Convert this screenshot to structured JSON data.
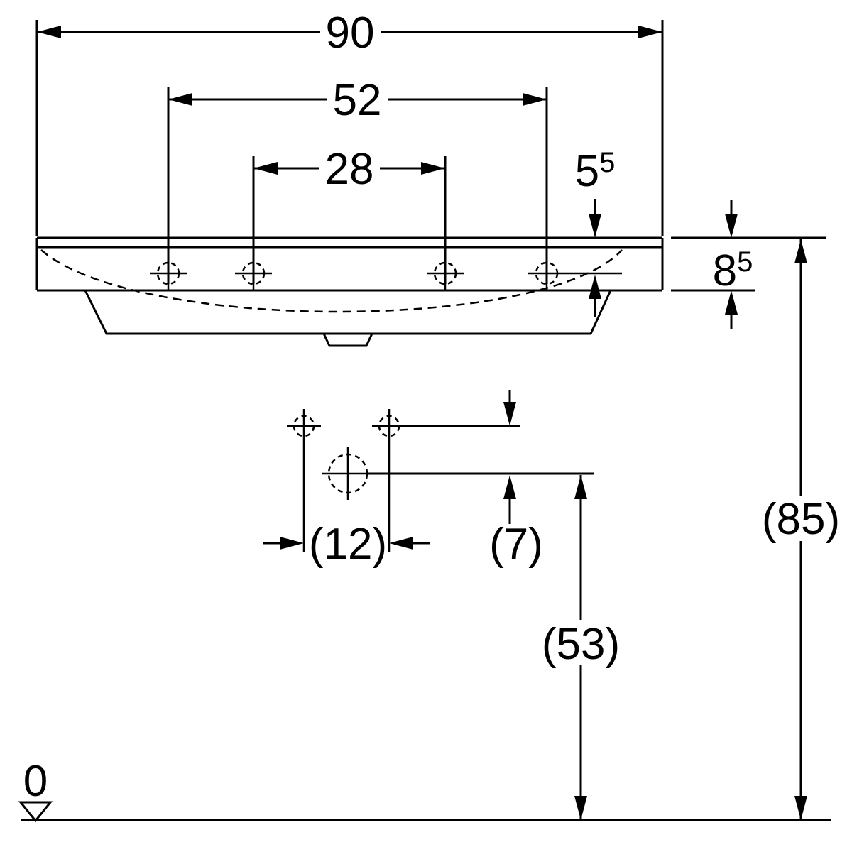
{
  "drawing": {
    "type": "technical-dimension-drawing",
    "subject": "washbasin front view with fixing holes bottom view",
    "line_color": "#000000",
    "background_color": "#ffffff"
  },
  "dimensions": {
    "overall_width": "90",
    "outer_tap_holes_spacing": "52",
    "inner_tap_holes_spacing": "28",
    "tap_hole_offset": {
      "main": "5",
      "sup": "5"
    },
    "rim_thickness": {
      "main": "8",
      "sup": "5"
    },
    "fixing_holes_spacing": "(12)",
    "fixing_holes_to_drain": "(7)",
    "drain_height": "(53)",
    "rim_height": "(85)",
    "datum_level": "0"
  }
}
